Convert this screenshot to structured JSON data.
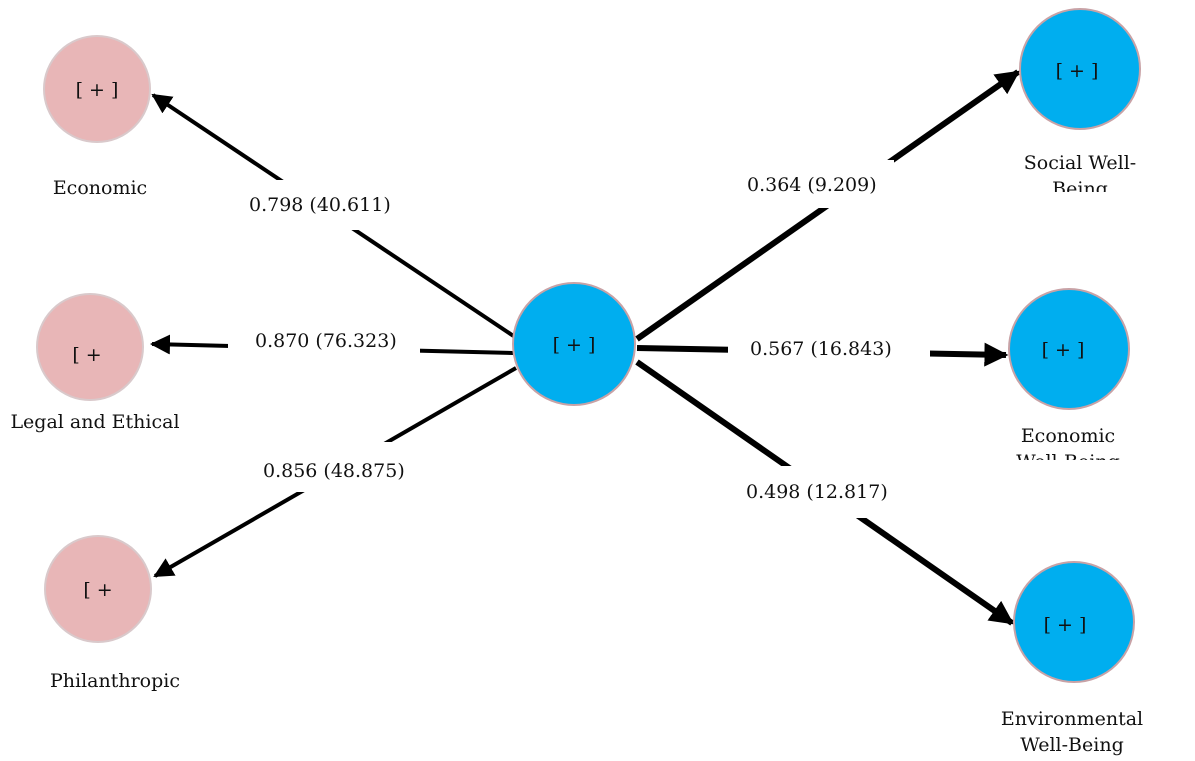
{
  "nodes": {
    "center": {
      "symbol": "[ + ]",
      "color": "#00aeef"
    },
    "economic": {
      "symbol": "[ + ]",
      "name": "Economic",
      "color": "#e8b6b7"
    },
    "legal": {
      "symbol": "[ +",
      "name": "Legal and Ethical",
      "color": "#e8b6b7"
    },
    "philanthropic": {
      "symbol": "[ +",
      "name": "Philanthropic",
      "color": "#e8b6b7"
    },
    "social": {
      "symbol": "[ + ]",
      "name_line1": "Social Well-",
      "name_line2": "Being",
      "color": "#00aeef"
    },
    "economic_wb": {
      "symbol": "[ + ]",
      "name_line1": "Economic",
      "name_line2": "Well-Being",
      "color": "#00aeef"
    },
    "environmental": {
      "symbol": "[ + ]",
      "name_line1": "Environmental",
      "name_line2": "Well-Being",
      "color": "#00aeef"
    }
  },
  "edges": {
    "economic": {
      "label": "0.798 (40.611)"
    },
    "legal": {
      "label": "0.870 (76.323)"
    },
    "philanthropic": {
      "label": "0.856 (48.875)"
    },
    "social": {
      "label": "0.364 (9.209)"
    },
    "economic_wb": {
      "label": "0.567 (16.843)"
    },
    "environmental": {
      "label": "0.498 (12.817)"
    }
  }
}
